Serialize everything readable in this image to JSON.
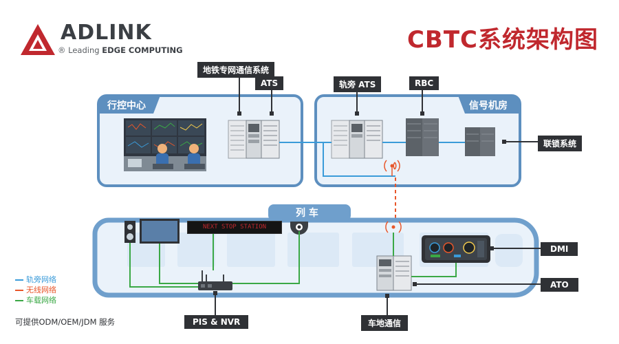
{
  "brand": {
    "name": "ADLINK",
    "tagline_prefix": "Leading ",
    "tagline_bold": "EDGE COMPUTING",
    "registered_mark": "®"
  },
  "title": "CBTC系统架构图",
  "zones": {
    "control_center": "行控中心",
    "signal_room": "信号机房",
    "train": "列 车"
  },
  "labels": {
    "metro_comm": "地铁专网通信系统",
    "ats": "ATS",
    "trackside_ats": "轨旁 ATS",
    "rbc": "RBC",
    "interlocking": "联锁系统",
    "dmi": "DMI",
    "ato": "ATO",
    "pis_nvr": "PIS & NVR",
    "train_ground_comm": "车地通信"
  },
  "ticker_text": "NEXT STOP STATION",
  "legend": [
    {
      "label": "轨旁网络",
      "color": "#3a9bd9",
      "style": "solid"
    },
    {
      "label": "无线网络",
      "color": "#e8562a",
      "style": "dashed"
    },
    {
      "label": "车载网络",
      "color": "#3aa845",
      "style": "solid"
    }
  ],
  "footnote": "可提供ODM/OEM/JDM 服务",
  "colors": {
    "brand_red": "#c0282e",
    "zone_blue": "#5d8fbf",
    "train_blue": "#6f9fcc",
    "label_dark": "#2f3135"
  }
}
